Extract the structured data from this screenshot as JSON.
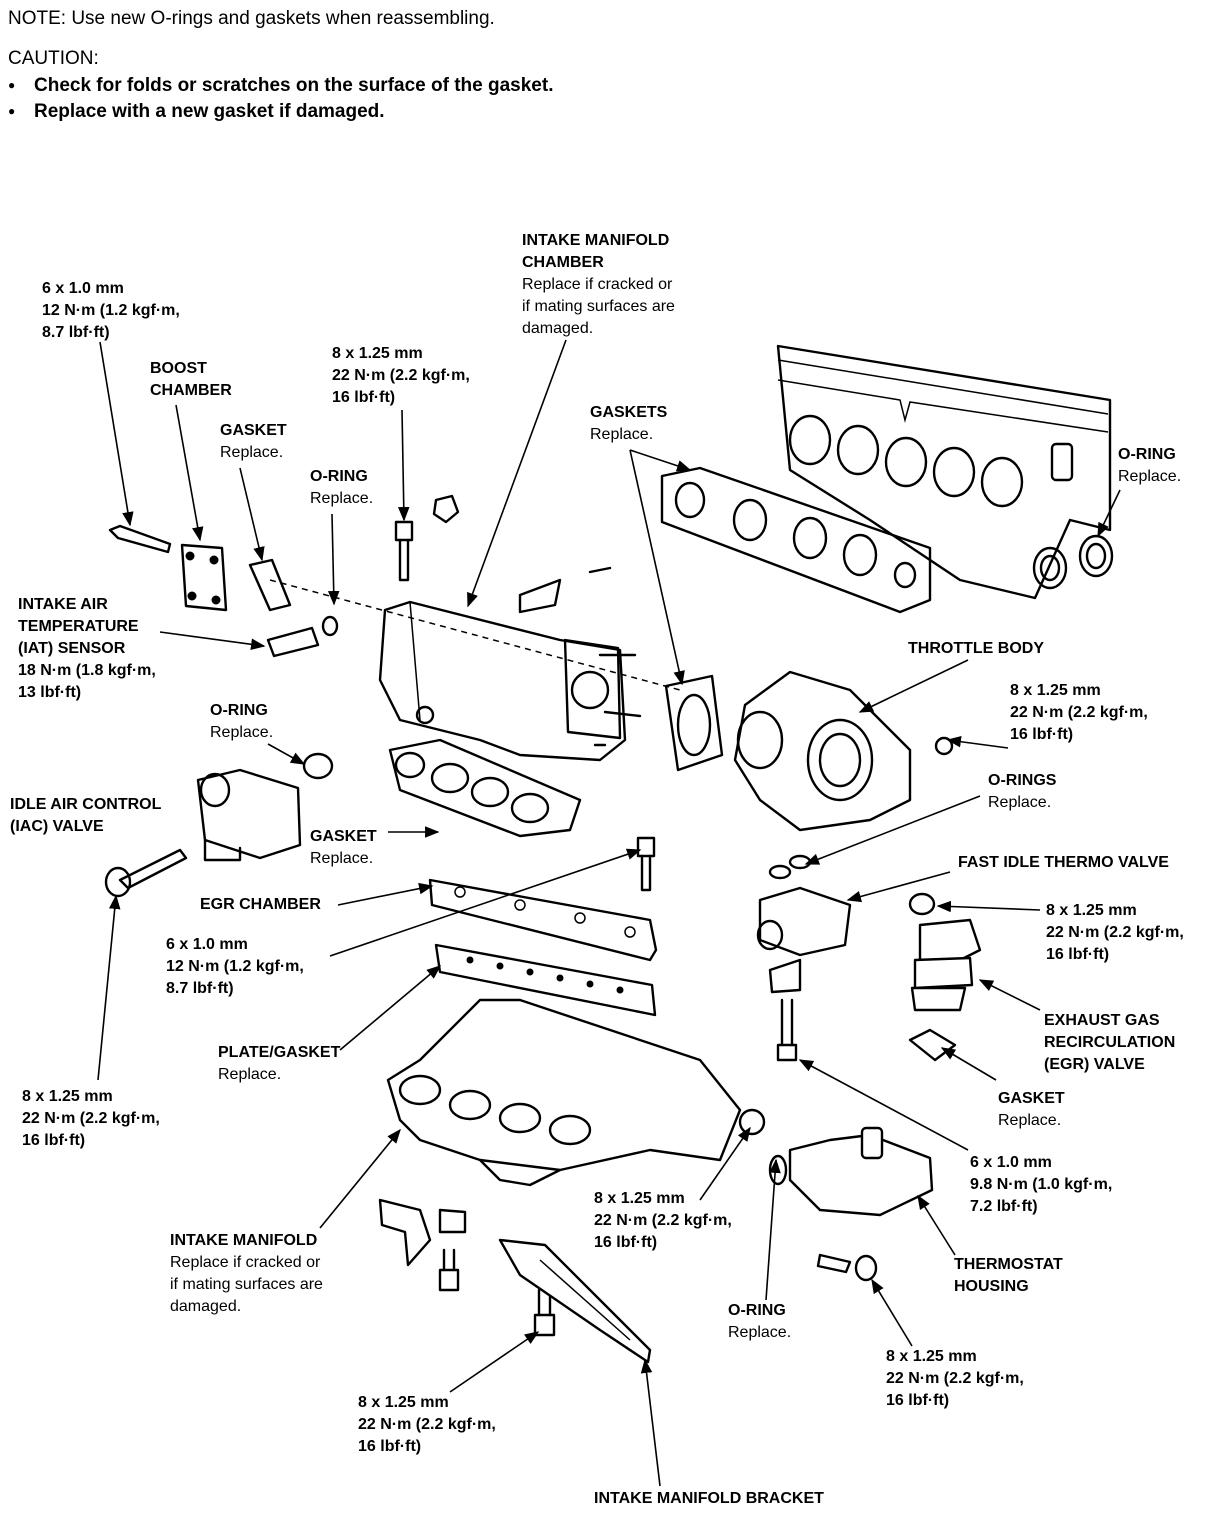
{
  "header": {
    "note": "NOTE:  Use new O-rings and gaskets when reassembling.",
    "caution_title": "CAUTION:",
    "caution_items": [
      "Check for folds or scratches on the surface of the gasket.",
      "Replace with a new gasket if damaged."
    ]
  },
  "labels": {
    "bolt_6x10_top": {
      "lines": [
        "6 x 1.0 mm",
        "12 N·m (1.2 kgf·m,",
        "8.7 lbf·ft)"
      ]
    },
    "boost_chamber": {
      "title": [
        "BOOST",
        "CHAMBER"
      ]
    },
    "gasket_boost": {
      "title": [
        "GASKET"
      ],
      "sub": [
        "Replace."
      ]
    },
    "oring_top": {
      "title": [
        "O-RING"
      ],
      "sub": [
        "Replace."
      ]
    },
    "bolt_8x125_top": {
      "lines": [
        "8 x 1.25 mm",
        "22 N·m (2.2 kgf·m,",
        "16 lbf·ft)"
      ]
    },
    "intake_chamber": {
      "title": [
        "INTAKE MANIFOLD",
        "CHAMBER"
      ],
      "sub": [
        "Replace if cracked or",
        "if mating surfaces are",
        "damaged."
      ]
    },
    "gaskets": {
      "title": [
        "GASKETS"
      ],
      "sub": [
        "Replace."
      ]
    },
    "oring_right": {
      "title": [
        "O-RING"
      ],
      "sub": [
        "Replace."
      ]
    },
    "iat_sensor": {
      "title": [
        "INTAKE AIR",
        "TEMPERATURE",
        "(IAT) SENSOR",
        "18 N·m (1.8 kgf·m,",
        "13 lbf·ft)"
      ]
    },
    "throttle_body": {
      "title": [
        "THROTTLE BODY"
      ]
    },
    "bolt_8x125_throttle": {
      "lines": [
        "8 x 1.25 mm",
        "22 N·m (2.2 kgf·m,",
        "16 lbf·ft)"
      ]
    },
    "oring_iac": {
      "title": [
        "O-RING"
      ],
      "sub": [
        "Replace."
      ]
    },
    "iac_valve": {
      "title": [
        "IDLE AIR CONTROL",
        "(IAC) VALVE"
      ]
    },
    "orings": {
      "title": [
        "O-RINGS"
      ],
      "sub": [
        "Replace."
      ]
    },
    "gasket_mid": {
      "title": [
        "GASKET"
      ],
      "sub": [
        "Replace."
      ]
    },
    "fast_idle": {
      "title": [
        "FAST IDLE THERMO VALVE"
      ]
    },
    "egr_chamber": {
      "title": [
        "EGR CHAMBER"
      ]
    },
    "bolt_8x125_egr": {
      "lines": [
        "8 x 1.25 mm",
        "22 N·m (2.2 kgf·m,",
        "16 lbf·ft)"
      ]
    },
    "bolt_6x10_mid": {
      "lines": [
        "6 x 1.0 mm",
        "12 N·m (1.2 kgf·m,",
        "8.7 lbf·ft)"
      ]
    },
    "egr_valve": {
      "title": [
        "EXHAUST GAS",
        "RECIRCULATION",
        "(EGR) VALVE"
      ]
    },
    "plate_gasket": {
      "title": [
        "PLATE/GASKET"
      ],
      "sub": [
        "Replace."
      ]
    },
    "bolt_8x125_left": {
      "lines": [
        "8 x 1.25 mm",
        "22 N·m (2.2 kgf·m,",
        "16 lbf·ft)"
      ]
    },
    "gasket_egr": {
      "title": [
        "GASKET"
      ],
      "sub": [
        "Replace."
      ]
    },
    "bolt_6x10_thermo": {
      "lines": [
        "6 x 1.0 mm",
        "9.8 N·m (1.0 kgf·m,",
        "7.2 lbf·ft)"
      ]
    },
    "bolt_8x125_center": {
      "lines": [
        "8 x 1.25 mm",
        "22 N·m (2.2 kgf·m,",
        "16 lbf·ft)"
      ]
    },
    "intake_manifold": {
      "title": [
        "INTAKE MANIFOLD"
      ],
      "sub": [
        "Replace if cracked or",
        "if mating surfaces are",
        "damaged."
      ]
    },
    "thermostat_housing": {
      "title": [
        "THERMOSTAT",
        "HOUSING"
      ]
    },
    "oring_bottom": {
      "title": [
        "O-RING"
      ],
      "sub": [
        "Replace."
      ]
    },
    "bolt_8x125_thermo": {
      "lines": [
        "8 x 1.25 mm",
        "22 N·m (2.2 kgf·m,",
        "16 lbf·ft)"
      ]
    },
    "bolt_8x125_bottom": {
      "lines": [
        "8 x 1.25 mm",
        "22 N·m (2.2 kgf·m,",
        "16 lbf·ft)"
      ]
    },
    "bracket": {
      "title": [
        "INTAKE MANIFOLD BRACKET"
      ]
    }
  }
}
